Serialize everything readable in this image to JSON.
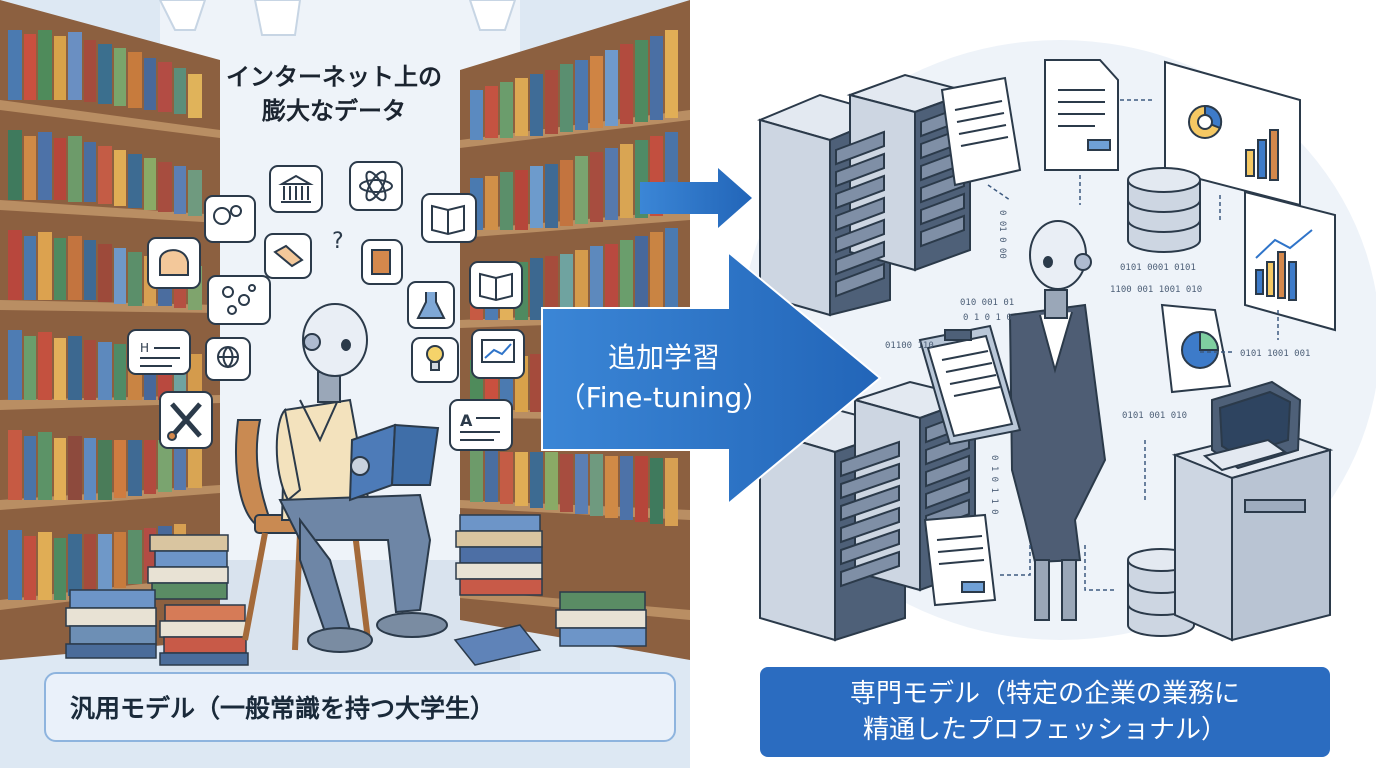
{
  "heading": {
    "line1": "インターネット上の",
    "line2": "膨大なデータ"
  },
  "arrow": {
    "label_ja": "追加学習",
    "label_en": "（Fine-tuning）"
  },
  "caption_left": "汎用モデル（一般常識を持つ大学生）",
  "caption_right": {
    "line1": "専門モデル（特定の企業の業務に",
    "line2": "精通したプロフェッショナル）"
  },
  "bubble_letters": {
    "h": "H",
    "a": "A",
    "question": "?"
  },
  "binary_text": {
    "b1": "0 01 0 00",
    "b2": "010 001 01",
    "b3": "0 1 0 1 0",
    "b4": "01100 110",
    "b5": "0101 0001 0101",
    "b6": "1100 001 1001 010",
    "b7": "0101 001 010",
    "b8": "0101 1001 001",
    "b9": "0 1 0 1 1 0"
  },
  "colors": {
    "accent": "#2b6cc0",
    "arrow": "#2f74c9",
    "server": "#4e6078",
    "left_bg": "#dde8f3"
  },
  "icons": [
    "brain-icon",
    "gears-icon",
    "museum-icon",
    "atom-icon",
    "book-icon",
    "hands-icon",
    "question-icon",
    "flask-icon",
    "globe-icon",
    "lightbulb-icon",
    "chart-icon",
    "tools-icon",
    "database-icon",
    "document-icon",
    "dashboard-icon",
    "pie-chart-icon",
    "computer-terminal-icon",
    "server-rack-icon"
  ]
}
